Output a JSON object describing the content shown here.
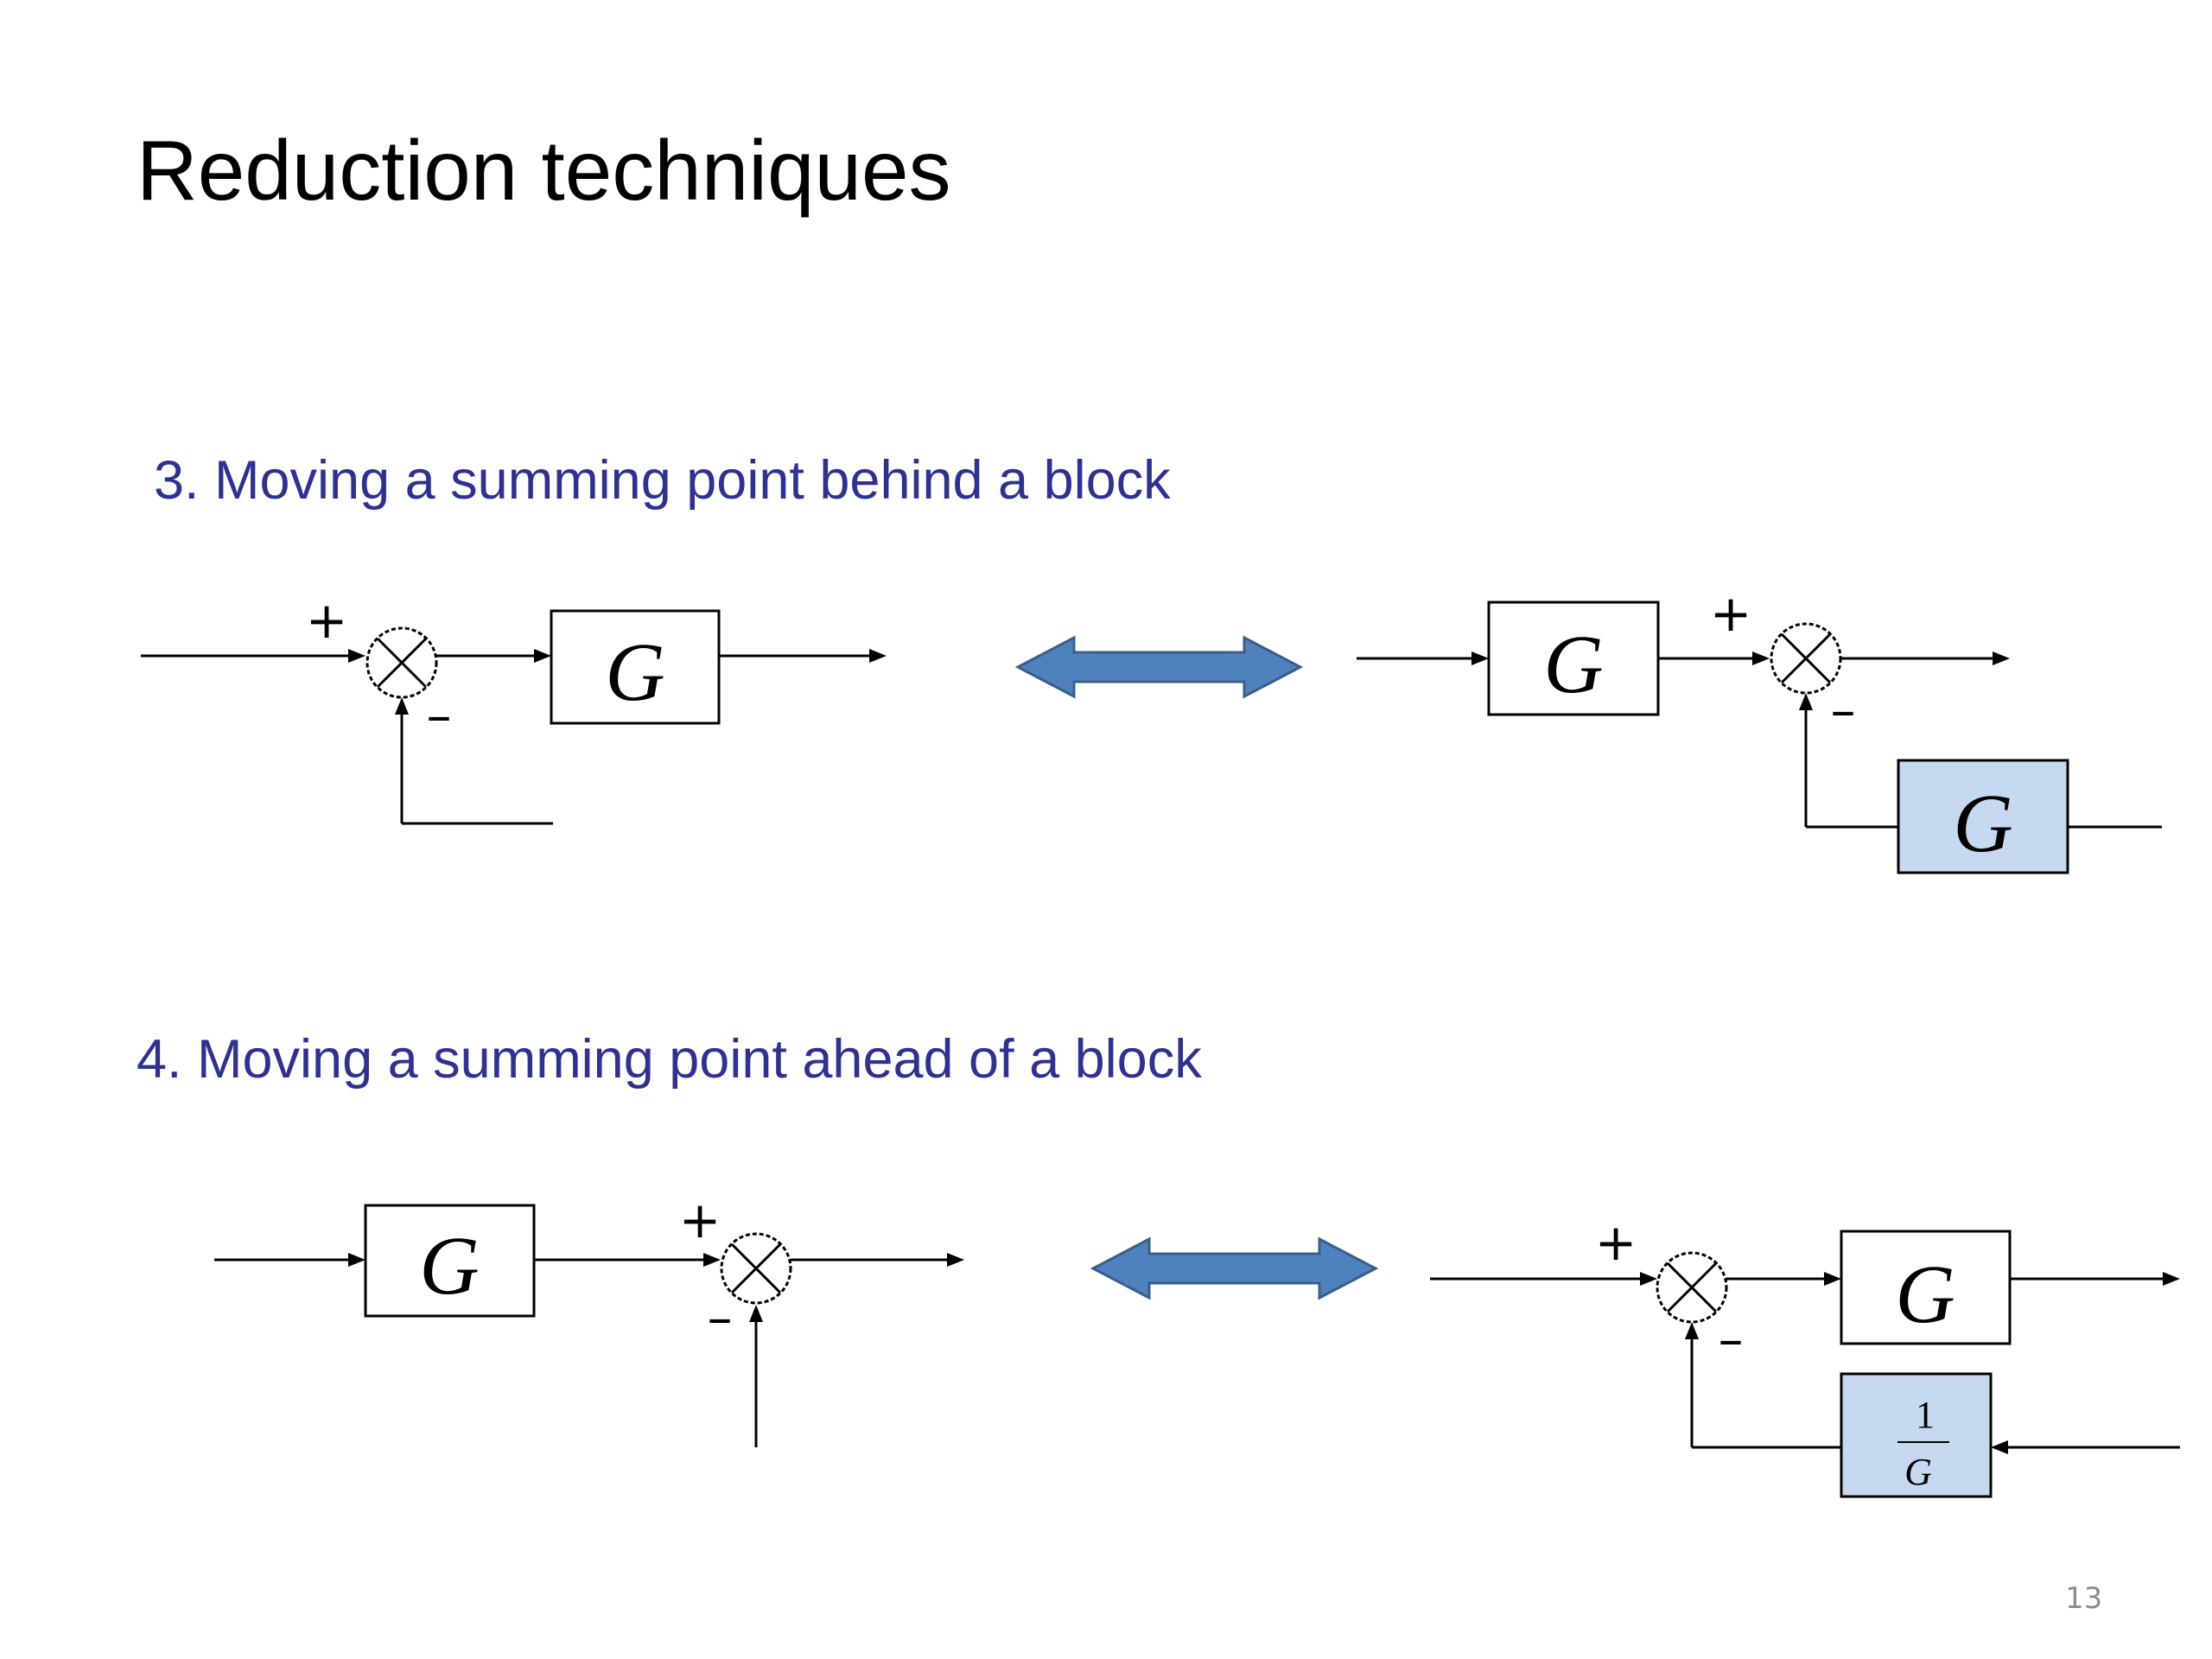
{
  "slide": {
    "title": "Reduction techniques",
    "page_number": "13",
    "colors": {
      "heading": "#2e3192",
      "block_highlight": "#c6d9f1",
      "equivalence_arrow": "#4f81bd",
      "equivalence_arrow_border": "#385d8a"
    }
  },
  "section3": {
    "heading": "3. Moving a summing point behind a block",
    "left": {
      "block": "G",
      "plus": "+",
      "minus": "–"
    },
    "right": {
      "block": "G",
      "feedback_block": "G",
      "plus": "+",
      "minus": "–"
    }
  },
  "section4": {
    "heading": "4. Moving a summing point ahead of a block",
    "left": {
      "block": "G",
      "plus": "+",
      "minus": "–"
    },
    "right": {
      "block": "G",
      "feedback_numerator": "1",
      "feedback_denominator": "G",
      "plus": "+",
      "minus": "–"
    }
  }
}
